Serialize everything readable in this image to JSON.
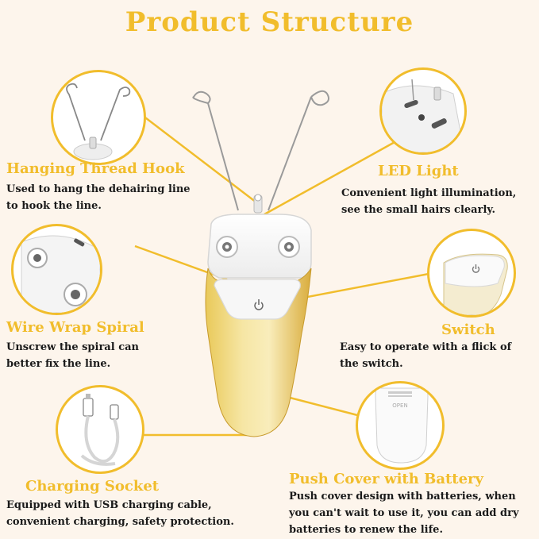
{
  "title": "Product Structure",
  "colors": {
    "accent": "#f1bd2c",
    "text": "#1a1a1a",
    "background": "#fdf5ec"
  },
  "features": {
    "hanging_thread_hook": {
      "heading": "Hanging Thread Hook",
      "lines": [
        "Used to hang the dehairing line",
        "to hook the line."
      ]
    },
    "led_light": {
      "heading": "LED Light",
      "lines": [
        "Convenient light illumination,",
        "see the small hairs clearly."
      ]
    },
    "wire_wrap_spiral": {
      "heading": "Wire Wrap Spiral",
      "lines": [
        "Unscrew the spiral can",
        "better fix the line."
      ]
    },
    "switch": {
      "heading": "Switch",
      "lines": [
        "Easy to operate with a flick of",
        "the switch."
      ]
    },
    "charging_socket": {
      "heading": "Charging Socket",
      "lines": [
        "Equipped with USB charging cable,",
        "convenient charging, safety protection."
      ]
    },
    "push_cover": {
      "heading": "Push Cover with Battery",
      "lines": [
        "Push cover design with batteries, when",
        "you can't wait to use it, you can add dry",
        "batteries to renew the life."
      ],
      "cover_label": "OPEN"
    }
  },
  "icons": [
    "power-icon",
    "usb-cable-icon",
    "thread-hook-icon",
    "spiral-knob-icon"
  ]
}
